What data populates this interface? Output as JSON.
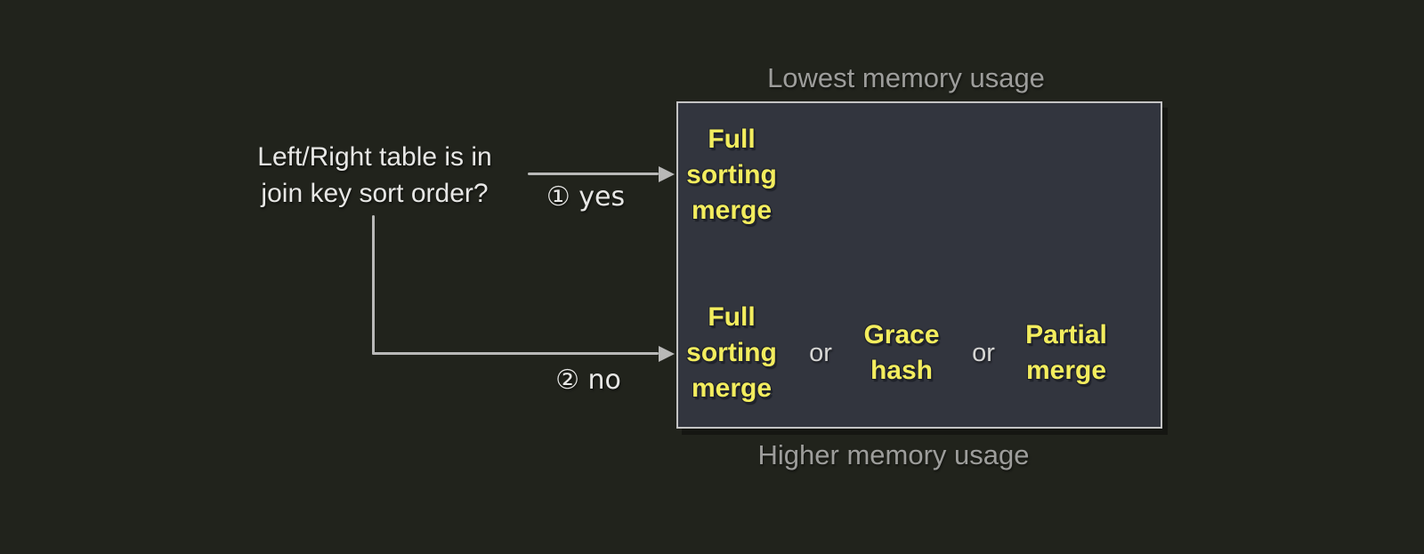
{
  "colors": {
    "page-bg": "#21231c",
    "box-bg": "#32353e",
    "box-border": "#c4c4c4",
    "accent-yellow": "#f3ed5e",
    "text-white": "#e7e7e5",
    "text-gray": "#9d9d9b",
    "text-or": "#d6d6d4",
    "arrow-gray": "#b9b9b8"
  },
  "question": {
    "text": "Left/Right table is in\njoin key sort order?"
  },
  "branches": {
    "yes": {
      "label": "① yes"
    },
    "no": {
      "label": "②  no"
    }
  },
  "memory_scale": {
    "top": "Lowest memory usage",
    "bottom": "Higher memory usage"
  },
  "algorithms": {
    "yes_row": {
      "full_sorting_merge": "Full\nsorting\nmerge"
    },
    "no_row": {
      "full_sorting_merge": "Full\nsorting\nmerge",
      "or1": "or",
      "grace_hash": "Grace\nhash",
      "or2": "or",
      "partial_merge": "Partial\nmerge"
    }
  }
}
